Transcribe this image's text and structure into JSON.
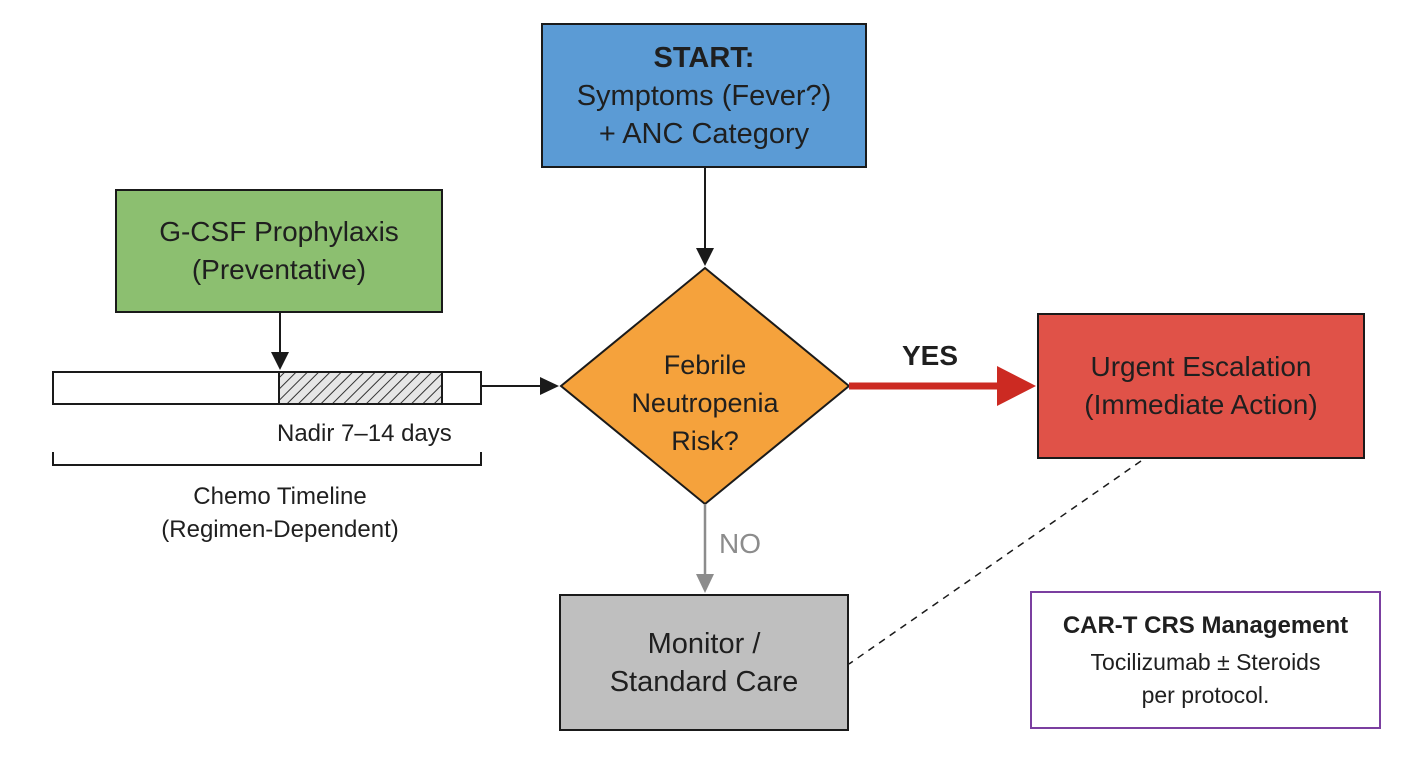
{
  "start": {
    "title": "START:",
    "line1": "Symptoms (Fever?)",
    "line2": "+ ANC Category"
  },
  "gcsf": {
    "line1": "G-CSF Prophylaxis",
    "line2": "(Preventative)"
  },
  "decision": {
    "line1": "Febrile",
    "line2": "Neutropenia",
    "line3": "Risk?"
  },
  "urgent": {
    "line1": "Urgent Escalation",
    "line2": "(Immediate Action)"
  },
  "monitor": {
    "line1": "Monitor /",
    "line2": "Standard Care"
  },
  "cart": {
    "title": "CAR-T CRS Management",
    "line1": "Tocilizumab ± Steroids",
    "line2": "per protocol."
  },
  "timeline": {
    "nadir_label": "Nadir 7–14 days",
    "label_line1": "Chemo Timeline",
    "label_line2": "(Regimen-Dependent)"
  },
  "edges": {
    "yes_label": "YES",
    "no_label": "NO"
  },
  "colors": {
    "start_fill": "#5b9bd5",
    "gcsf_fill": "#8cbf70",
    "decision_fill": "#f5a23c",
    "urgent_fill": "#e05248",
    "monitor_fill": "#bfbfbf",
    "cart_border": "#7b3fa0",
    "yes_arrow": "#cc2a22",
    "no_arrow": "#8c8c8c"
  }
}
